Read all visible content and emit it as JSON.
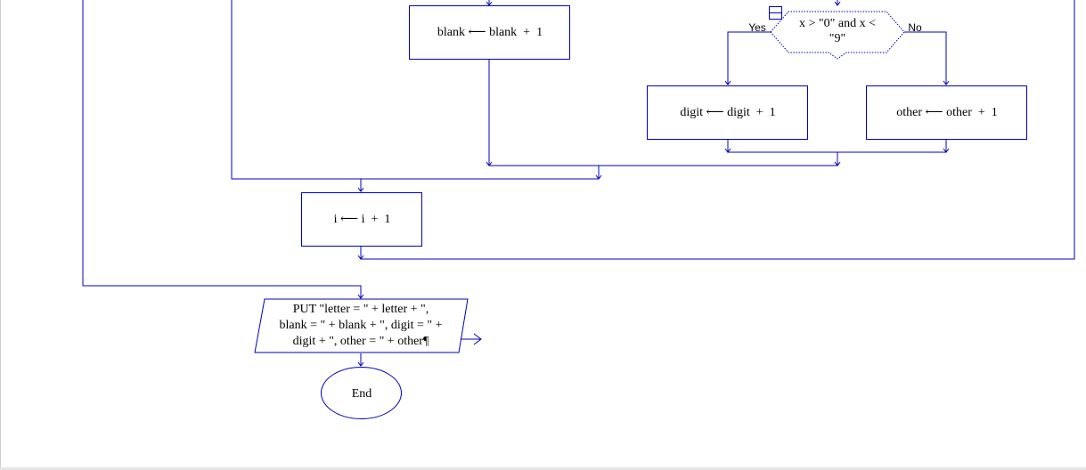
{
  "flowchart": {
    "process_blank": "blank ⟵ blank  +  1",
    "condition_digit": "x > \"0\" and x <\n\"9\"",
    "branch_yes": "Yes",
    "branch_no": "No",
    "process_digit": "digit ⟵ digit  +  1",
    "process_other": "other ⟵ other  +  1",
    "process_increment_i": "i ⟵ i  +  1",
    "output_put": "PUT \"letter = \" + letter + \",\nblank = \" + blank + \", digit = \" +\ndigit + \", other = \" + other¶",
    "terminal_end": "End"
  },
  "colors": {
    "line": "#0000c0",
    "background": "#ffffff"
  }
}
